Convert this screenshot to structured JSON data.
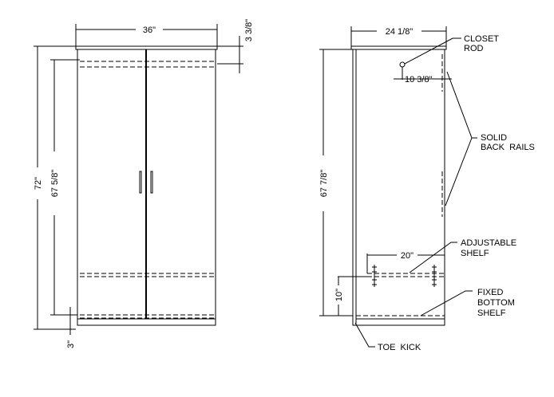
{
  "front_view": {
    "width_dim": "36\"",
    "top_dim": "3 3/8\"",
    "height_dim": "72\"",
    "inner_height_dim": "67 5/8\"",
    "toe_kick_dim": "3\""
  },
  "side_view": {
    "depth_dim": "24 1/8\"",
    "height_dim": "67 7/8\"",
    "rod_offset_dim": "10 3/8\"",
    "shelf_depth_dim": "20\"",
    "shelf_gap_dim": "10\"",
    "labels": {
      "closet_rod": [
        "CLOSET",
        "ROD"
      ],
      "back_rails": [
        "SOLID",
        "BACK  RAILS"
      ],
      "adjustable_shelf": [
        "ADJUSTABLE",
        "SHELF"
      ],
      "fixed_bottom_shelf": [
        "FIXED",
        "BOTTOM",
        "SHELF"
      ],
      "toe_kick": "TOE  KICK"
    }
  }
}
